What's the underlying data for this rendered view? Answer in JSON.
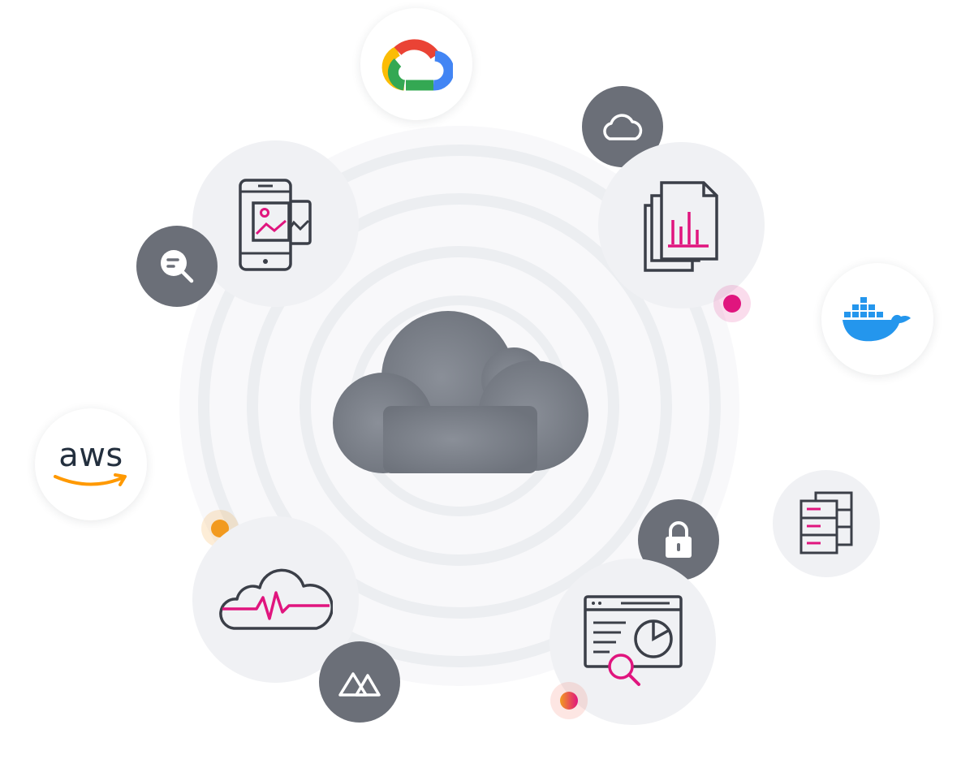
{
  "center": {
    "icon": "cloud-icon",
    "color": "#7b8089"
  },
  "nodes": [
    {
      "name": "google-cloud",
      "icon": "google-cloud-icon"
    },
    {
      "name": "mobile-gallery",
      "icon": "mobile-gallery-icon"
    },
    {
      "name": "cloud-small",
      "icon": "cloud-outline-icon"
    },
    {
      "name": "reports",
      "icon": "documents-chart-icon"
    },
    {
      "name": "search",
      "icon": "search-chat-icon"
    },
    {
      "name": "docker",
      "icon": "docker-icon"
    },
    {
      "name": "aws",
      "icon": "aws-icon"
    },
    {
      "name": "servers",
      "icon": "server-stack-icon"
    },
    {
      "name": "lock",
      "icon": "lock-icon"
    },
    {
      "name": "monitoring",
      "icon": "cloud-heartbeat-icon"
    },
    {
      "name": "mountains",
      "icon": "mountain-icon"
    },
    {
      "name": "dashboard",
      "icon": "browser-analytics-icon"
    }
  ],
  "aws_logo_text": "aws",
  "colors": {
    "accent_magenta": "#e0157e",
    "accent_orange": "#f29a1f",
    "dark_circle": "#6b6f78",
    "light_circle": "#f0f1f4",
    "line": "#3b3f48",
    "docker_blue": "#2496ed",
    "aws_orange": "#ff9900"
  }
}
